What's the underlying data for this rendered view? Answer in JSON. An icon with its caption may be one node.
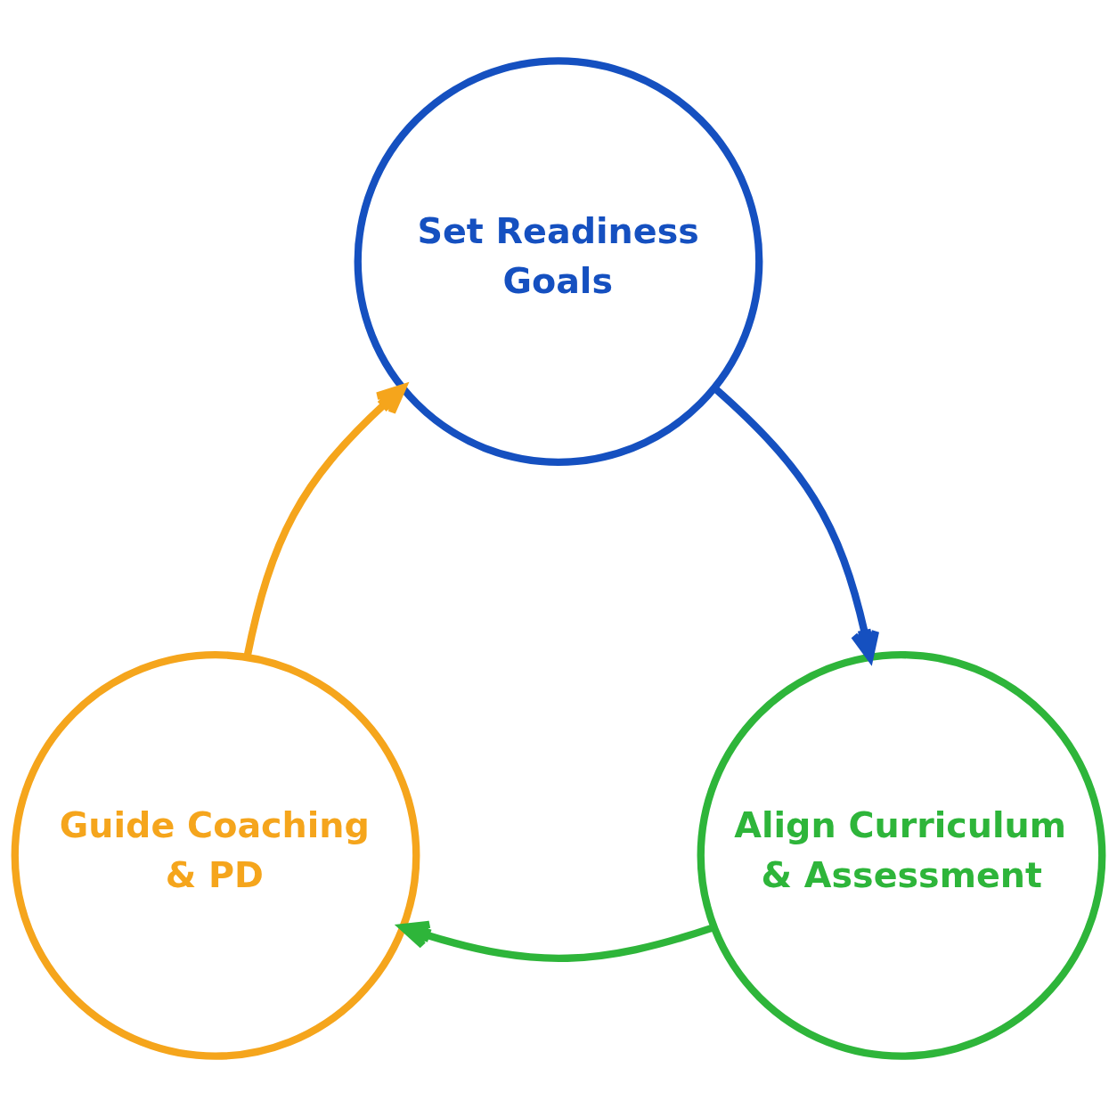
{
  "diagram": {
    "nodes": [
      {
        "text": [
          "Set Readiness Goals"
        ]
      },
      {
        "text": [
          "Align Curriculum & Assessment"
        ]
      },
      {
        "text": [
          "Guide Coaching & PD"
        ]
      }
    ],
    "edges": [
      {
        "from": 0,
        "to": 1,
        "arrow": "to",
        "color": "#1550c0"
      },
      {
        "from": 1,
        "to": 2,
        "arrow": "to",
        "color": "#2eb53a"
      },
      {
        "from": 2,
        "to": 0,
        "arrow": "to",
        "color": "#f5a51c"
      }
    ]
  }
}
